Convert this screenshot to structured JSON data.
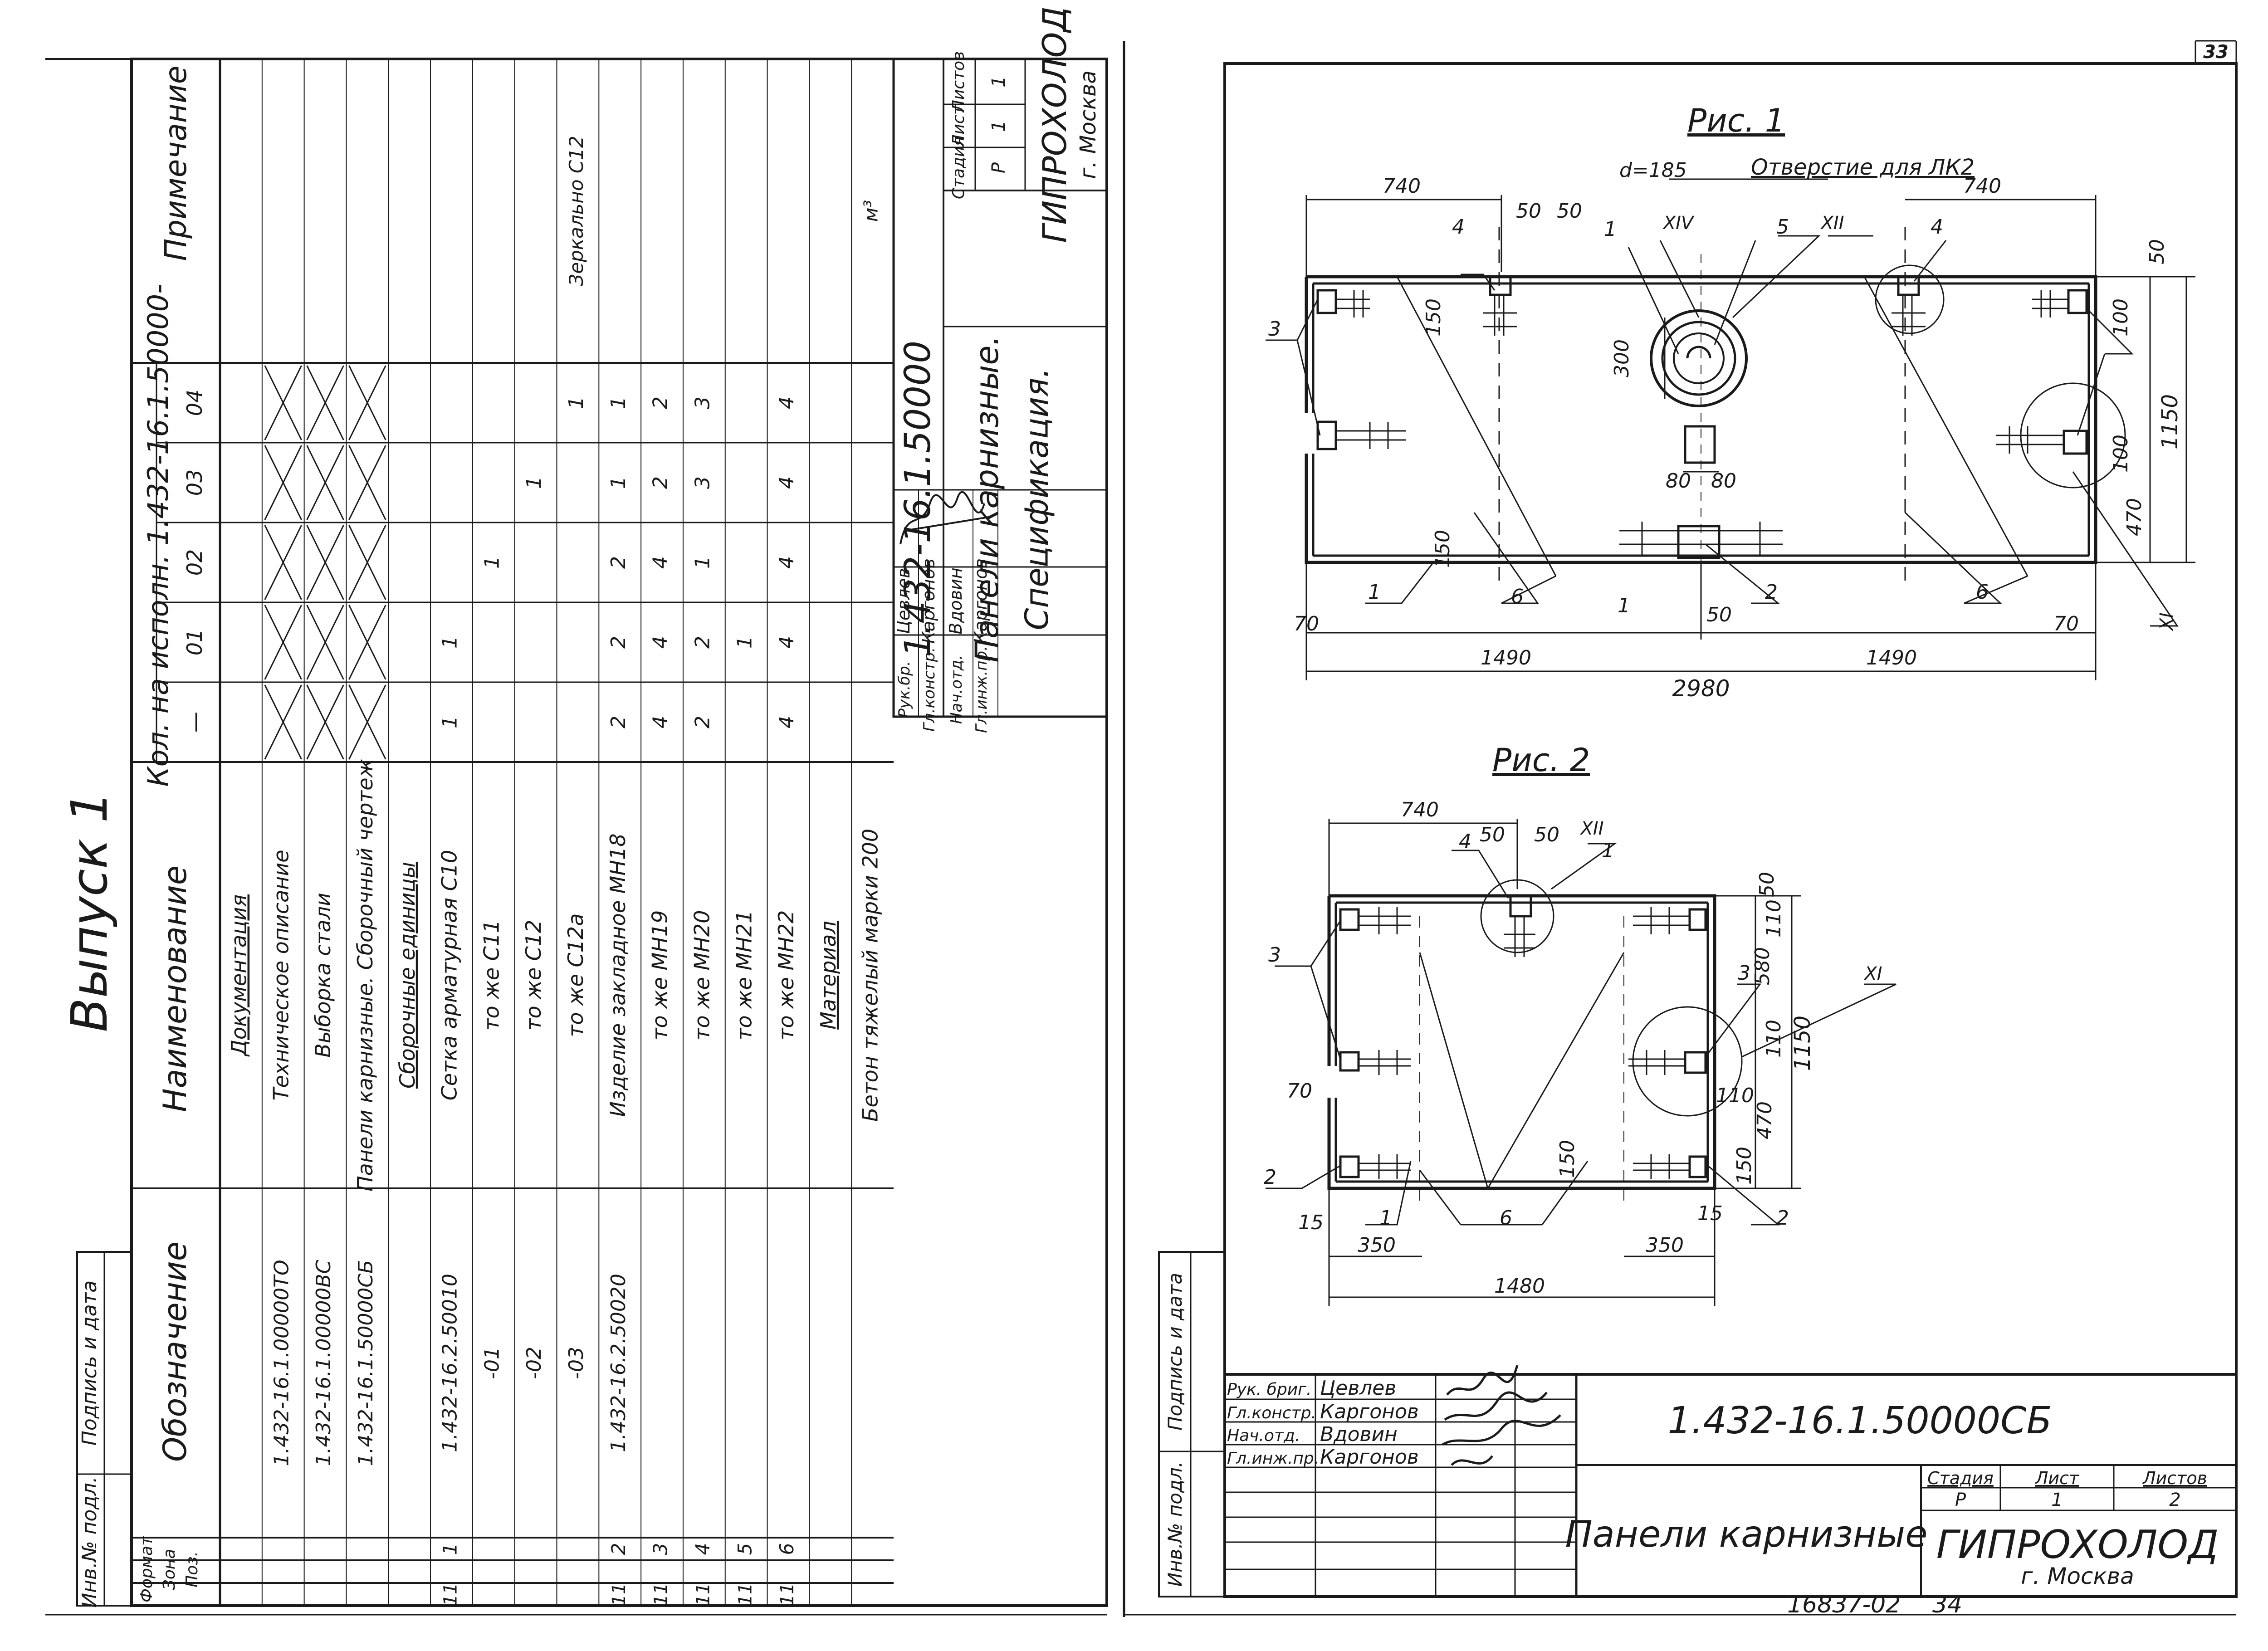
{
  "page": {
    "corner_sheet_number": "33",
    "vypusk": "Выпуск 1",
    "bottom_archive_number": "16837-02",
    "bottom_page_number": "34"
  },
  "spec_sheet": {
    "headers": {
      "format": "Формат",
      "zone": "Зона",
      "pos": "Поз.",
      "designation": "Обозначение",
      "name": "Наименование",
      "qty_group": "Кол. на исполн. 1.432-16.1.50000-",
      "note": "Примечание"
    },
    "qty_cols": [
      "—",
      "01",
      "02",
      "03",
      "04"
    ],
    "rows": [
      {
        "format": "",
        "pos": "",
        "designation": "",
        "name": "Документация",
        "qty": [
          "",
          "",
          "",
          "",
          ""
        ],
        "note": "",
        "underline": true
      },
      {
        "format": "",
        "pos": "",
        "designation": "1.432-16.1.00000ТО",
        "name": "Техническое описание",
        "qty": [
          "X",
          "X",
          "X",
          "X",
          "X"
        ],
        "note": ""
      },
      {
        "format": "",
        "pos": "",
        "designation": "1.432-16.1.00000ВС",
        "name": "Выборка стали",
        "qty": [
          "X",
          "X",
          "X",
          "X",
          "X"
        ],
        "note": ""
      },
      {
        "format": "",
        "pos": "",
        "designation": "1.432-16.1.50000СБ",
        "name": "Панели карнизные. Сборочный чертеж",
        "qty": [
          "X",
          "X",
          "X",
          "X",
          "X"
        ],
        "note": ""
      },
      {
        "format": "",
        "pos": "",
        "designation": "",
        "name": "Сборочные единицы",
        "qty": [
          "",
          "",
          "",
          "",
          ""
        ],
        "note": "",
        "underline": true
      },
      {
        "format": "11",
        "pos": "1",
        "designation": "1.432-16.2.50010",
        "name": "Сетка арматурная  С10",
        "qty": [
          "1",
          "1",
          "",
          "",
          ""
        ],
        "note": ""
      },
      {
        "format": "",
        "pos": "",
        "designation": "-01",
        "name": "то же  С11",
        "qty": [
          "",
          "",
          "1",
          "",
          ""
        ],
        "note": ""
      },
      {
        "format": "",
        "pos": "",
        "designation": "-02",
        "name": "то же  С12",
        "qty": [
          "",
          "",
          "",
          "1",
          ""
        ],
        "note": ""
      },
      {
        "format": "",
        "pos": "",
        "designation": "-03",
        "name": "то же  С12а",
        "qty": [
          "",
          "",
          "",
          "",
          "1"
        ],
        "note": "Зеркально С12"
      },
      {
        "format": "11",
        "pos": "2",
        "designation": "1.432-16.2.50020",
        "name": "Изделие закладное  МН18",
        "qty": [
          "2",
          "2",
          "2",
          "1",
          "1"
        ],
        "note": ""
      },
      {
        "format": "11",
        "pos": "3",
        "designation": "",
        "name": "то же  МН19",
        "qty": [
          "4",
          "4",
          "4",
          "2",
          "2"
        ],
        "note": ""
      },
      {
        "format": "11",
        "pos": "4",
        "designation": "",
        "name": "то же  МН20",
        "qty": [
          "2",
          "2",
          "1",
          "3",
          "3"
        ],
        "note": ""
      },
      {
        "format": "11",
        "pos": "5",
        "designation": "",
        "name": "то же  МН21",
        "qty": [
          "",
          "1",
          "",
          "",
          ""
        ],
        "note": ""
      },
      {
        "format": "11",
        "pos": "6",
        "designation": "",
        "name": "то же  МН22",
        "qty": [
          "4",
          "4",
          "4",
          "4",
          "4"
        ],
        "note": ""
      },
      {
        "format": "",
        "pos": "",
        "designation": "",
        "name": "Материал",
        "qty": [
          "",
          "",
          "",
          "",
          ""
        ],
        "note": "",
        "underline": true
      },
      {
        "format": "",
        "pos": "",
        "designation": "",
        "name": "Бетон тяжелый марки 200",
        "qty": [
          "",
          "",
          "",
          "",
          ""
        ],
        "note": "м³"
      }
    ],
    "title_block": {
      "code": "1.432-16.1.50000",
      "title_line1": "Панели карнизные.",
      "title_line2": "Спецификация.",
      "stage_label": "Стадия",
      "sheet_label": "Лист",
      "sheets_label": "Листов",
      "stage": "Р",
      "sheet": "1",
      "sheets": "1",
      "org": "ГИПРОХОЛОД",
      "city": "г. Москва",
      "signers": [
        {
          "role": "Рук.бр.",
          "name": "Цевлев"
        },
        {
          "role": "Гл.констр.",
          "name": "Каргонов"
        },
        {
          "role": "Нач.отд.",
          "name": "Вдовин"
        },
        {
          "role": "Гл.инж.пр.",
          "name": "Каргонов"
        }
      ]
    },
    "side_stamp": [
      "Инв.№ подл.",
      "Подпись и дата"
    ]
  },
  "drawing_sheet": {
    "fig1": {
      "caption": "Рис. 1",
      "hole_note": "Отверстие для ЛК2",
      "dim_d": "d=185",
      "dims": [
        "740",
        "50",
        "50",
        "740",
        "300",
        "80",
        "80",
        "150",
        "150",
        "50",
        "100",
        "100",
        "470",
        "1150",
        "70",
        "70",
        "50",
        "1490",
        "1490",
        "2980"
      ],
      "marks": [
        "1",
        "1",
        "1",
        "2",
        "3",
        "4",
        "4",
        "5",
        "6",
        "6"
      ],
      "nodes": [
        "XIV",
        "XII",
        "XI"
      ]
    },
    "fig2": {
      "caption": "Рис. 2",
      "dims": [
        "740",
        "50",
        "50",
        "50",
        "110",
        "580",
        "110",
        "1150",
        "470",
        "70",
        "110",
        "150",
        "150",
        "15",
        "15",
        "350",
        "350",
        "1480"
      ],
      "marks": [
        "1",
        "1",
        "2",
        "2",
        "3",
        "3",
        "4",
        "6"
      ],
      "nodes": [
        "XII",
        "XI"
      ]
    },
    "title_block": {
      "code": "1.432-16.1.50000СБ",
      "title": "Панели карнизные",
      "stage_label": "Стадия",
      "sheet_label": "Лист",
      "sheets_label": "Листов",
      "stage": "Р",
      "sheet": "1",
      "sheets": "2",
      "org": "ГИПРОХОЛОД",
      "city": "г. Москва",
      "signers": [
        {
          "role": "Рук. бриг.",
          "name": "Цевлев"
        },
        {
          "role": "Гл.констр.",
          "name": "Каргонов"
        },
        {
          "role": "Нач.отд.",
          "name": "Вдовин"
        },
        {
          "role": "Гл.инж.пр.",
          "name": "Каргонов"
        }
      ]
    },
    "side_stamp": [
      "Инв.№ подл.",
      "Подпись и дата"
    ]
  }
}
